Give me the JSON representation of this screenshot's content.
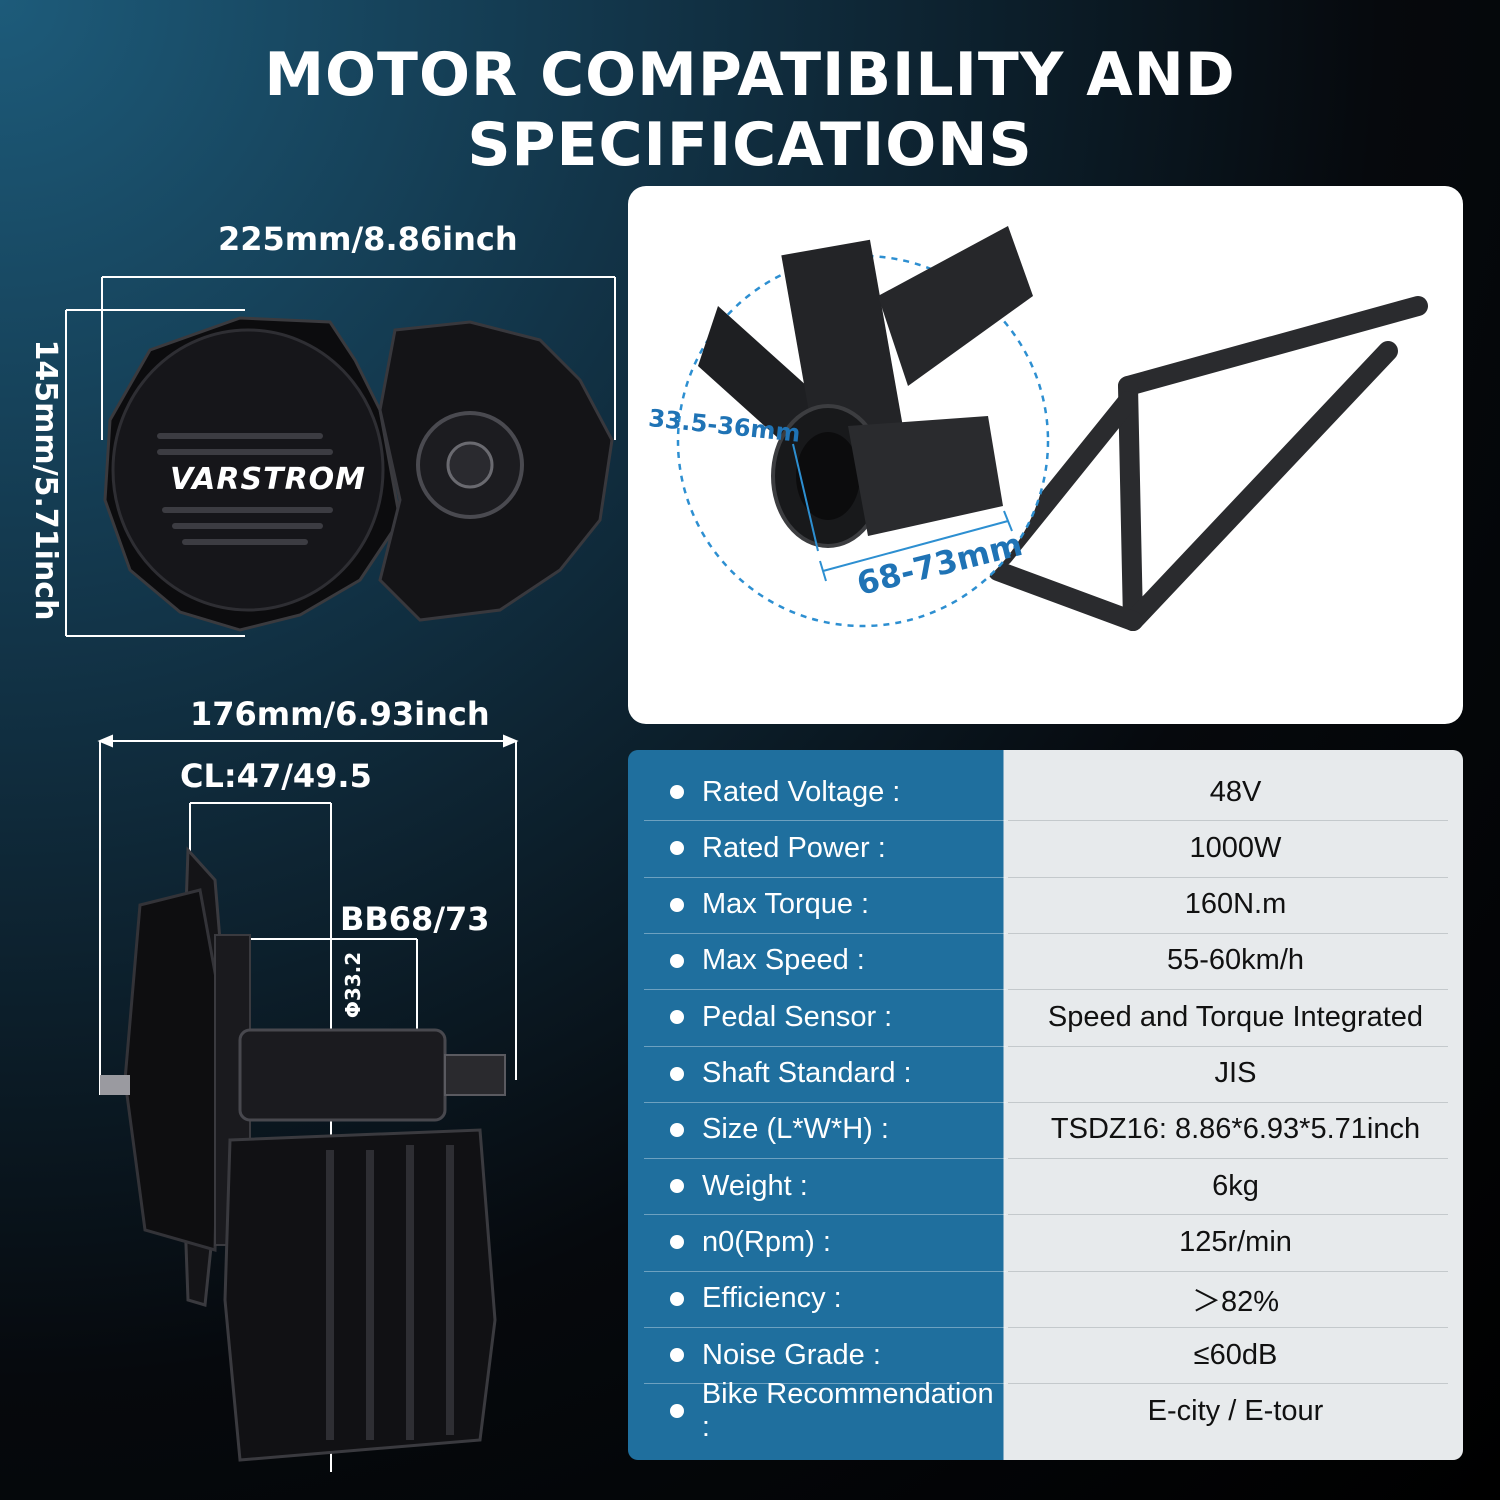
{
  "title": "MOTOR COMPATIBILITY AND SPECIFICATIONS",
  "dimensions": {
    "width_label": "225mm/8.86inch",
    "height_label": "145mm/5.71inch",
    "side_width_label": "176mm/6.93inch",
    "chainline_label": "CL:47/49.5",
    "bb_label": "BB68/73",
    "shaft_diameter_label": "Φ33.2"
  },
  "brand_logo_text": "VARSTROM",
  "frame": {
    "tube_diameter_label": "33.5-36mm",
    "bb_width_label": "68-73mm"
  },
  "specs": [
    {
      "label": "Rated Voltage :",
      "value": "48V"
    },
    {
      "label": "Rated Power :",
      "value": "1000W"
    },
    {
      "label": "Max Torque :",
      "value": "160N.m"
    },
    {
      "label": "Max Speed :",
      "value": "55-60km/h"
    },
    {
      "label": "Pedal Sensor :",
      "value": "Speed and Torque Integrated"
    },
    {
      "label": "Shaft Standard :",
      "value": "JIS"
    },
    {
      "label": "Size (L*W*H) :",
      "value": "TSDZ16: 8.86*6.93*5.71inch"
    },
    {
      "label": "Weight :",
      "value": "6kg"
    },
    {
      "label": "n0(Rpm) :",
      "value": "125r/min"
    },
    {
      "label": "Efficiency :",
      "value": "＞82%"
    },
    {
      "label": "Noise Grade :",
      "value": "≤60dB"
    },
    {
      "label": "Bike Recommendation :",
      "value": "E-city / E-tour"
    }
  ],
  "colors": {
    "table_label_bg": "#1f6f9e",
    "table_value_bg": "#e7eaec",
    "dim_line_blue": "#2d8fd1"
  }
}
